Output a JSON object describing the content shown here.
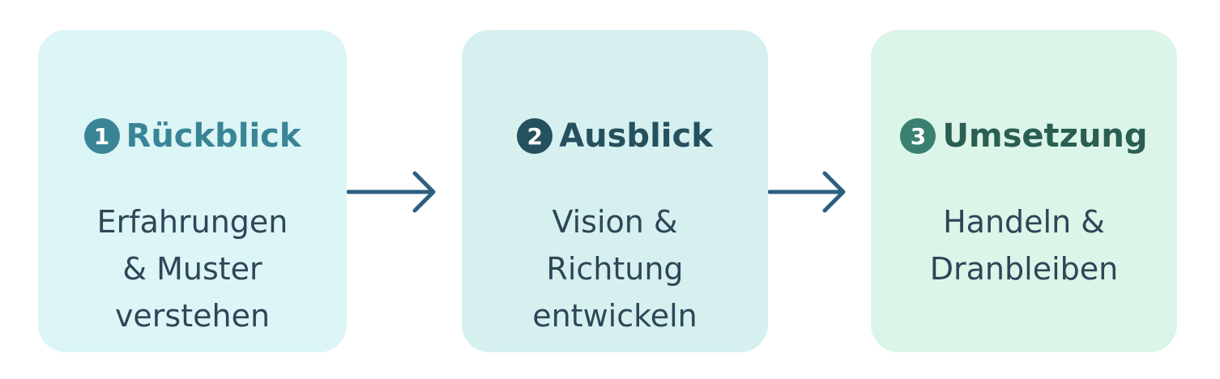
{
  "steps": [
    {
      "number": "1",
      "title": "Rückblick",
      "lines": [
        "Erfahrungen",
        "& Muster",
        "verstehen"
      ],
      "bg": "#dcf5f7",
      "accent": "#3a8595"
    },
    {
      "number": "2",
      "title": "Ausblick",
      "lines": [
        "Vision &",
        "Richtung",
        "entwickeln"
      ],
      "bg": "#d6f0f0",
      "accent": "#25505e"
    },
    {
      "number": "3",
      "title": "Umsetzung",
      "lines": [
        "Handeln &",
        "Dranbleiben"
      ],
      "bg": "#dcf5e9",
      "accent": "#2a5e52"
    }
  ],
  "arrow_color": "#2d5f80"
}
